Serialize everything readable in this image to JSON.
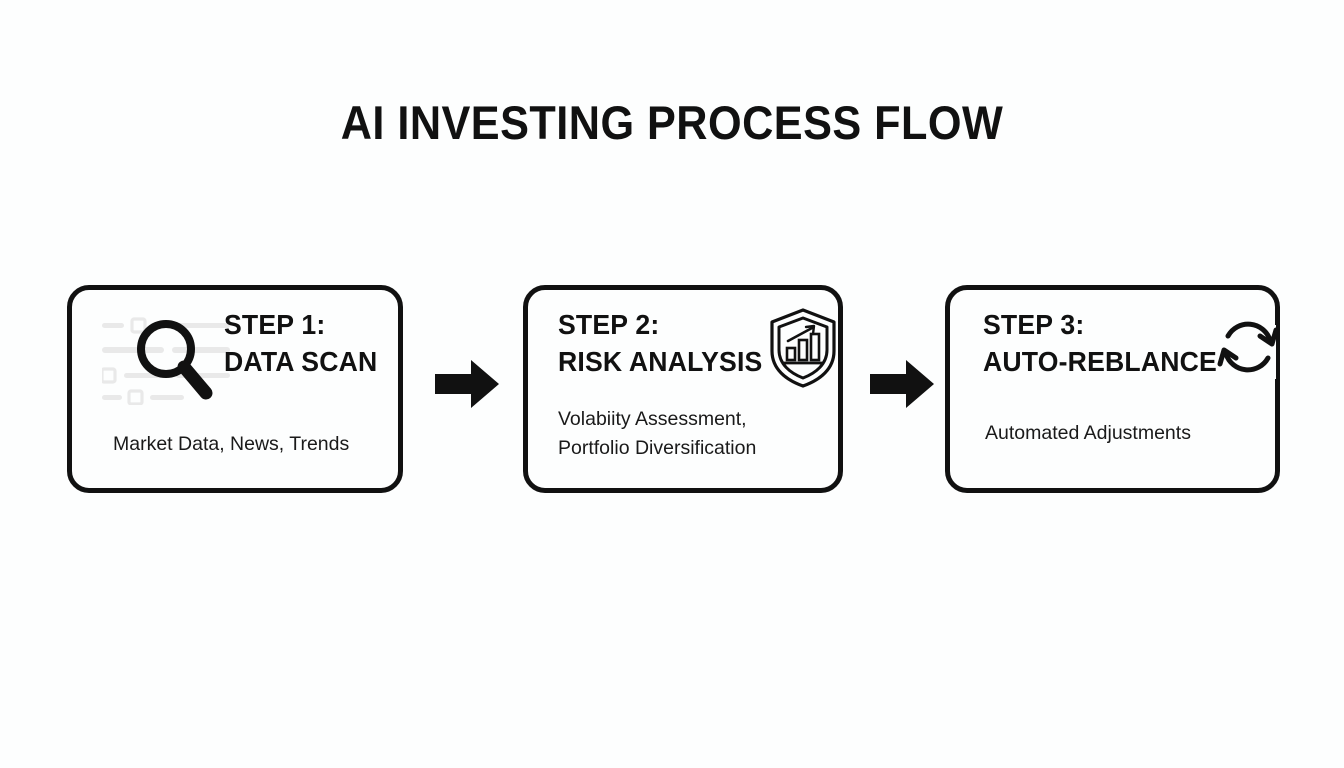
{
  "title": "AI INVESTING PROCESS FLOW",
  "colors": {
    "background": "#fdfefe",
    "stroke": "#111111",
    "text": "#1a1a1a",
    "checklist_gray": "#e8e8e8"
  },
  "steps": [
    {
      "id": "step-1",
      "heading_line1": "STEP 1:",
      "heading_line2": "DATA SCAN",
      "description_line1": "Market Data, News, Trends",
      "description_line2": "",
      "icon": "magnifier-icon"
    },
    {
      "id": "step-2",
      "heading_line1": "STEP 2:",
      "heading_line2": "RISK ANALYSIS",
      "description_line1": "Volabiity Assessment,",
      "description_line2": "Portfolio Diversification",
      "icon": "shield-chart-icon"
    },
    {
      "id": "step-3",
      "heading_line1": "STEP 3:",
      "heading_line2": "AUTO-REBLANCE",
      "description_line1": "Automated Adjustments",
      "description_line2": "",
      "icon": "refresh-cycle-icon"
    }
  ],
  "connectors": [
    {
      "id": "arrow-1",
      "icon": "arrow-right-icon"
    },
    {
      "id": "arrow-2",
      "icon": "arrow-right-icon"
    }
  ]
}
